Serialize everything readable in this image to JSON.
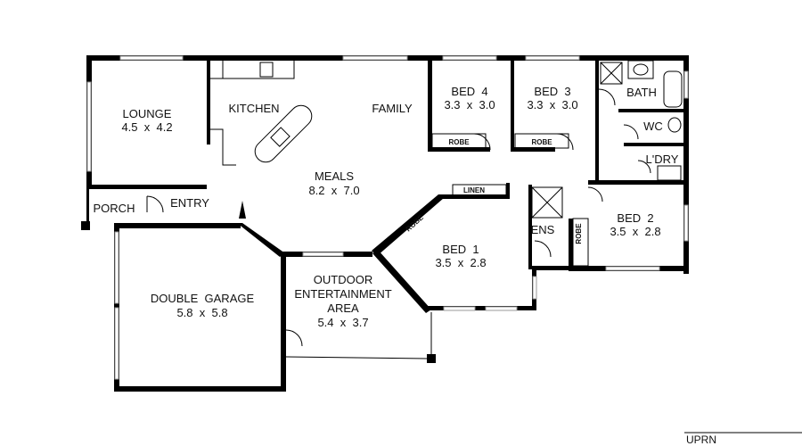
{
  "rooms": {
    "lounge": {
      "name": "LOUNGE",
      "dims": "4.5  x  4.2"
    },
    "kitchen": {
      "name": "KITCHEN"
    },
    "family": {
      "name": "FAMILY"
    },
    "meals": {
      "name": "MEALS",
      "dims": "8.2  x  7.0"
    },
    "bed4": {
      "name": "BED  4",
      "dims": "3.3  x  3.0"
    },
    "bed3": {
      "name": "BED  3",
      "dims": "3.3  x  3.0"
    },
    "bath": {
      "name": "BATH"
    },
    "wc": {
      "name": "WC"
    },
    "laundry": {
      "name": "L'DRY"
    },
    "bed2": {
      "name": "BED  2",
      "dims": "3.5  x  2.8"
    },
    "bed1": {
      "name": "BED  1",
      "dims": "3.5  x  2.8"
    },
    "ensuite": {
      "name": "ENS"
    },
    "porch": {
      "name": "PORCH"
    },
    "entry": {
      "name": "ENTRY"
    },
    "garage": {
      "name": "DOUBLE  GARAGE",
      "dims": "5.8  x  5.8"
    },
    "outdoor": {
      "name_line1": "OUTDOOR",
      "name_line2": "ENTERTAINMENT",
      "name_line3": "AREA",
      "dims": "5.4  x  3.7"
    }
  },
  "fixtures": {
    "robe_bed4": "ROBE",
    "robe_bed3": "ROBE",
    "robe_bed1": "ROBE",
    "robe_bed2": "ROBE",
    "linen": "LINEN"
  },
  "footer": {
    "uprn_label": "UPRN"
  },
  "colors": {
    "wall": "#000000",
    "line": "#000000",
    "window": "#999999",
    "background": "#ffffff"
  }
}
